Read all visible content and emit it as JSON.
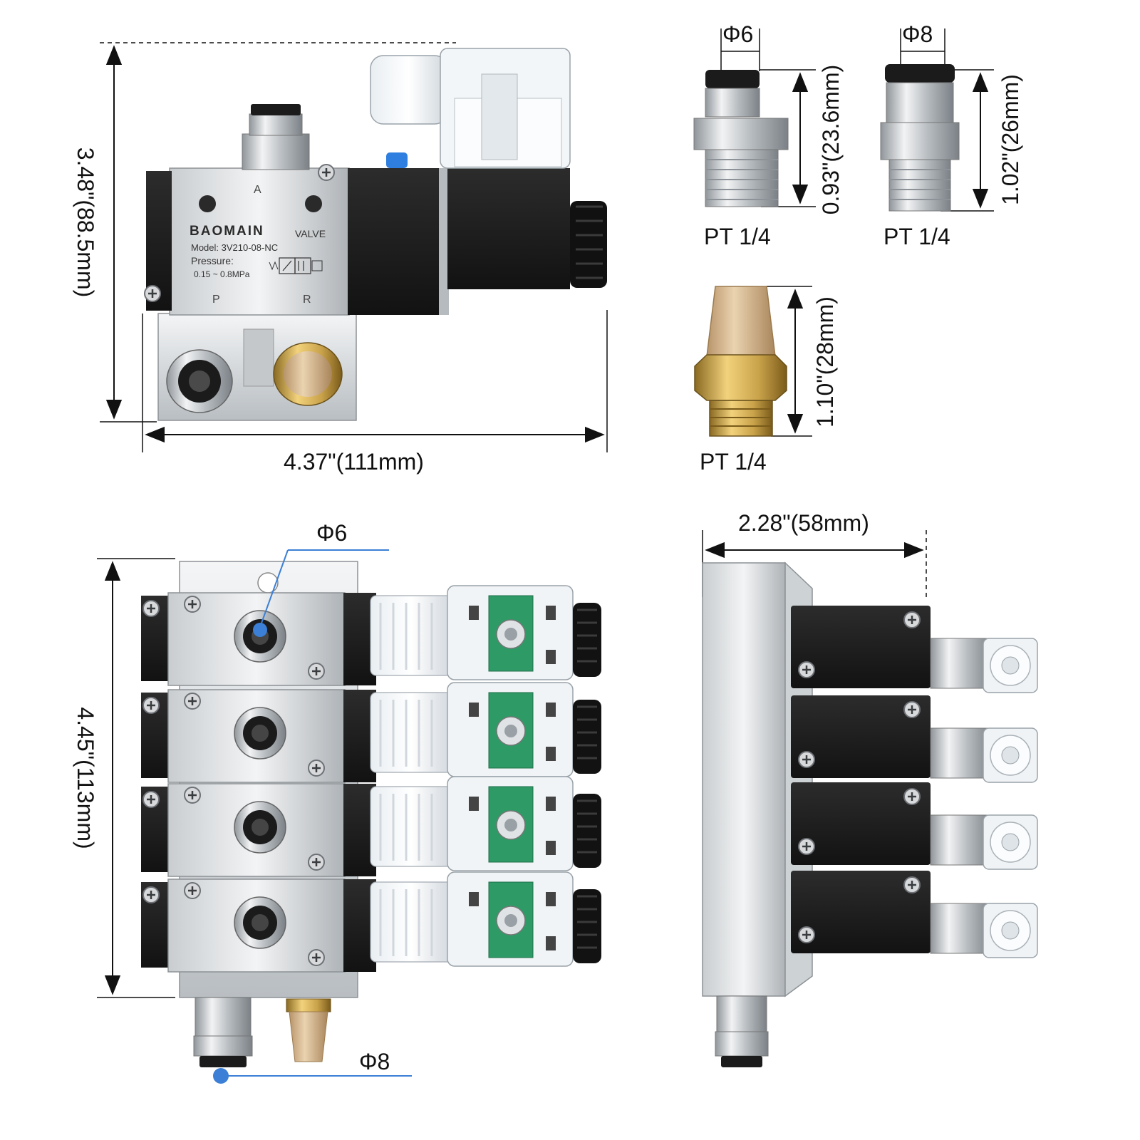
{
  "dimensions": {
    "single_height": "3.48\"(88.5mm)",
    "single_width": "4.37\"(111mm)",
    "manifold_height": "4.45\"(113mm)",
    "manifold_depth": "2.28\"(58mm)",
    "fitting6_height": "0.93\"(23.6mm)",
    "fitting8_height": "1.02\"(26mm)",
    "muffler_height": "1.10\"(28mm)"
  },
  "diameters": {
    "fitting6": "Φ6",
    "fitting8": "Φ8",
    "manifold_outlet": "Φ6",
    "manifold_inlet": "Φ8"
  },
  "thread": {
    "fitting6": "PT 1/4",
    "fitting8": "PT 1/4",
    "muffler": "PT 1/4"
  },
  "valve_face": {
    "port_a": "A",
    "port_p": "P",
    "port_r": "R",
    "brand": "BAOMAIN",
    "type": "VALVE",
    "model": "Model: 3V210-08-NC",
    "pressure_label": "Pressure:",
    "pressure_range": "0.15 ~ 0.8MPa"
  },
  "colors": {
    "valve_body": "#1e1e1e",
    "aluminium": "#d9dde0",
    "brass": "#c9a24a",
    "sintered": "#d8b98c",
    "pcb": "#2e9a66",
    "callout": "#3b7fd6",
    "dim_line": "#111111"
  },
  "icons": [
    "solenoid-valve",
    "push-in-fitting",
    "muffler",
    "manifold",
    "phillips-screw"
  ]
}
